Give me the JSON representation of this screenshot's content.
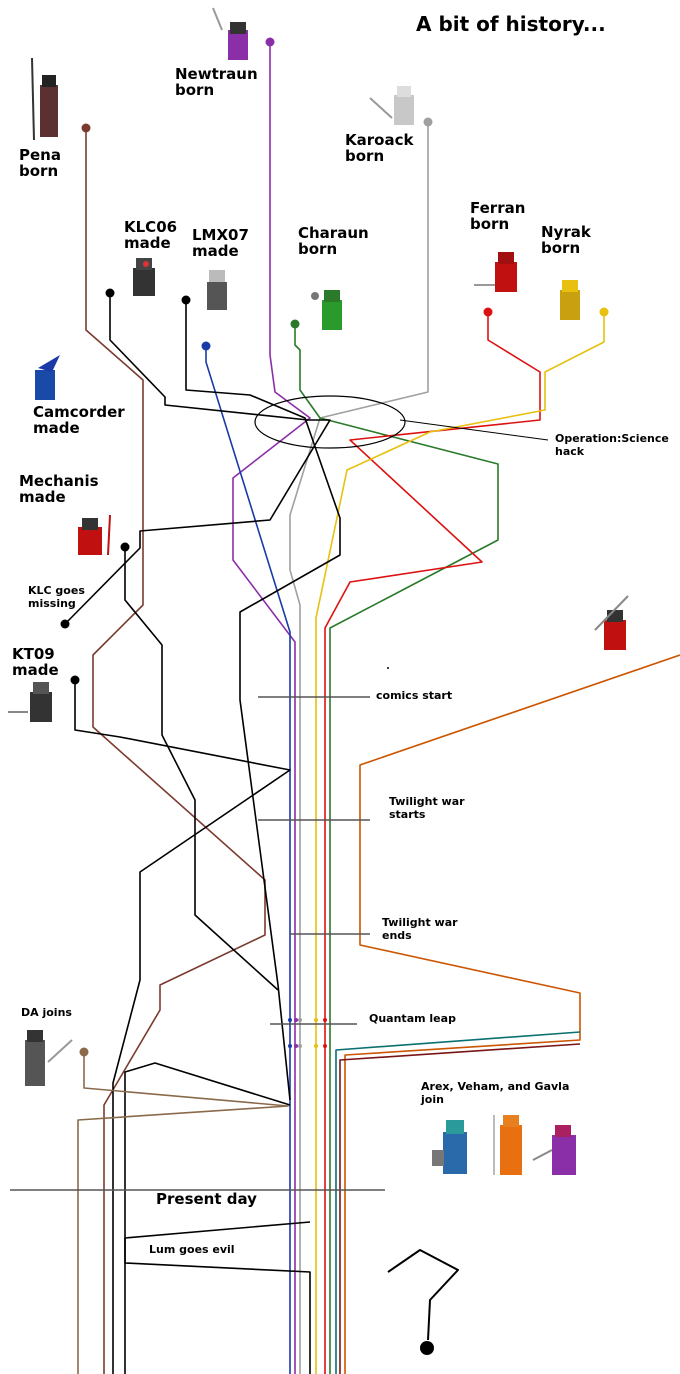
{
  "diagram": {
    "title": "A bit of history...",
    "labels": {
      "pena": "Pena\nborn",
      "newtraun": "Newtraun\nborn",
      "karoack": "Karoack\nborn",
      "klc06": "KLC06\nmade",
      "lmx07": "LMX07\nmade",
      "charaun": "Charaun\nborn",
      "ferran": "Ferran\nborn",
      "nyrak": "Nyrak\nborn",
      "camcorder": "Camcorder\nmade",
      "mechanis": "Mechanis\nmade",
      "klc_missing": "KLC goes\nmissing",
      "kt09": "KT09\nmade",
      "operation": "Operation:Science\nhack",
      "comics": "comics start",
      "twilight_start": "Twilight war\nstarts",
      "twilight_end": "Twilight war\nends",
      "quantam": "Quantam leap",
      "da": "DA joins",
      "arex": "Arex, Veham, and Gavla\njoin",
      "present": "Present day",
      "lum": "Lum goes evil"
    },
    "colors": {
      "pena": "#7a3b2e",
      "newtraun": "#8b2fa8",
      "karoack": "#a0a0a0",
      "charaun": "#2a7a2a",
      "ferran": "#dd1111",
      "nyrak": "#e8c010",
      "lmx07": "#1a3aa8",
      "black": "#000000",
      "orange": "#cc5500",
      "teal": "#0a7070",
      "tan": "#8a6a4a"
    }
  }
}
